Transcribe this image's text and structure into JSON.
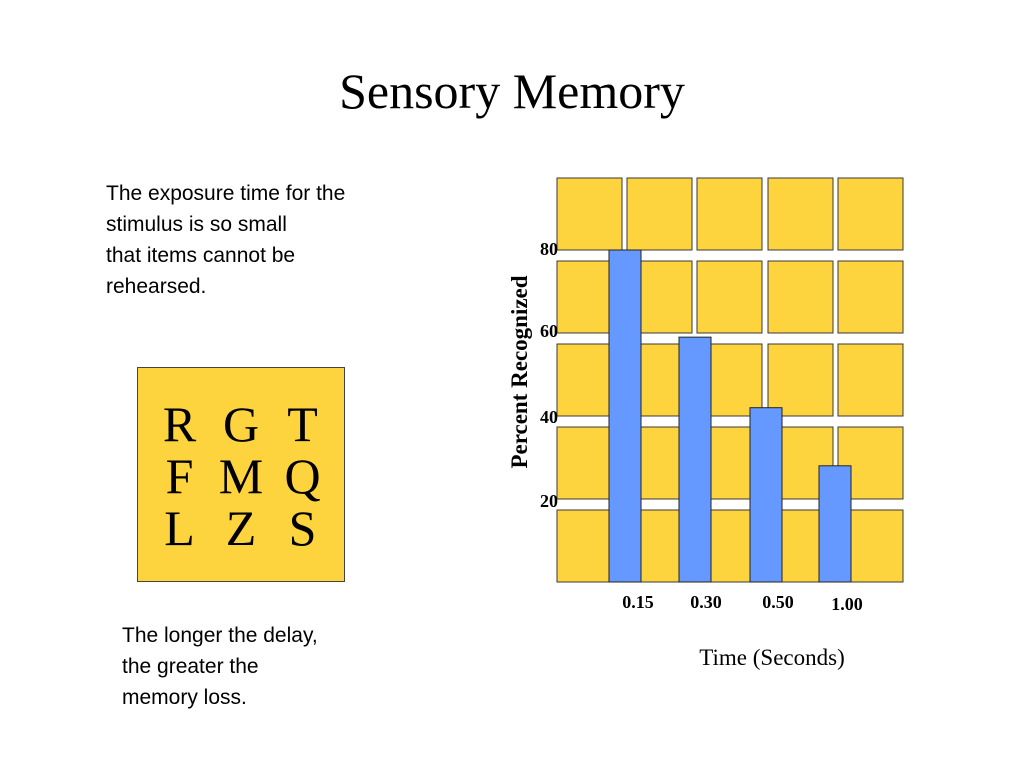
{
  "slide": {
    "title": "Sensory Memory",
    "paragraph_top": [
      "The exposure time for the",
      "stimulus is so small",
      "that items cannot be",
      "rehearsed."
    ],
    "paragraph_bottom": [
      "The longer the delay,",
      "the greater the",
      "memory loss."
    ],
    "letter_grid": [
      [
        "R",
        "G",
        "T"
      ],
      [
        "F",
        "M",
        "Q"
      ],
      [
        "L",
        "Z",
        "S"
      ]
    ]
  },
  "colors": {
    "tile": "#fdd33e",
    "tile_border": "#3a3a3a",
    "bar": "#6699ff",
    "bar_border": "#222222"
  },
  "chart_data": {
    "type": "bar",
    "categories": [
      "0.15",
      "0.30",
      "0.50",
      "1.00"
    ],
    "values": [
      80,
      59,
      42,
      28
    ],
    "ylim": [
      0,
      80
    ],
    "yticks": [
      "20",
      "40",
      "60",
      "80"
    ],
    "xlabel": "Time (Seconds)",
    "ylabel": "Percent Recognized",
    "background": "grid of yellow tiles"
  }
}
